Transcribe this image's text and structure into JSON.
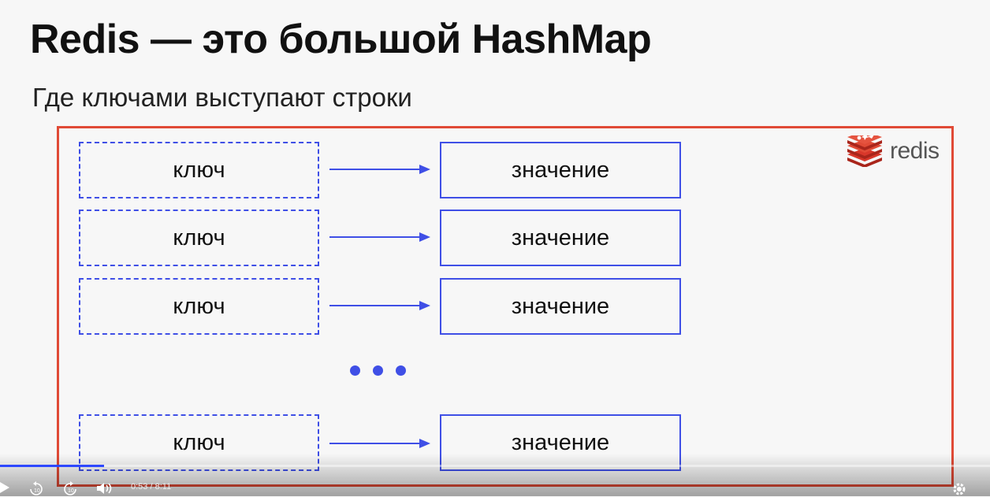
{
  "slide": {
    "title": "Redis — это большой HashMap",
    "subtitle": "Где ключами выступают строки",
    "logo_text": "redis"
  },
  "rows": [
    {
      "key": "ключ",
      "value": "значение"
    },
    {
      "key": "ключ",
      "value": "значение"
    },
    {
      "key": "ключ",
      "value": "значение"
    },
    {
      "key": "ключ",
      "value": "значение"
    }
  ],
  "player": {
    "current_time": "0:53",
    "separator": "/",
    "duration": "8:11",
    "progress_fraction": 0.105,
    "skip_back_seconds": "10",
    "skip_forward_seconds": "10"
  },
  "colors": {
    "frame": "#e04a36",
    "accent": "#3f4fe6",
    "redis_logo": "#d9372a"
  },
  "icons": [
    "redis-logo-icon",
    "play-icon",
    "rewind-10-icon",
    "forward-10-icon",
    "volume-icon",
    "settings-gear-icon"
  ]
}
